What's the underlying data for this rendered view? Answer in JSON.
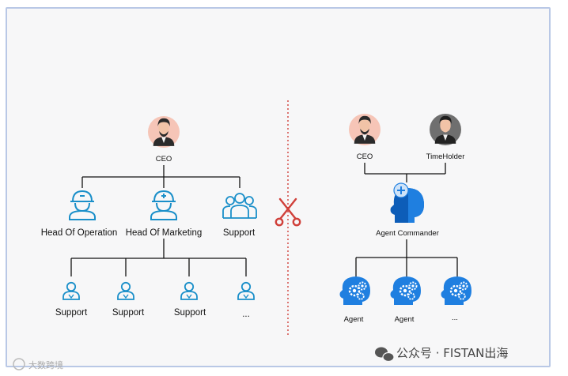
{
  "left_chart": {
    "root": {
      "label": "CEO",
      "icon": "ceo-avatar-icon"
    },
    "level1": [
      {
        "label": "Head Of Operation",
        "icon": "operator-person-icon"
      },
      {
        "label": "Head Of Marketing",
        "icon": "marketer-person-icon"
      },
      {
        "label": "Support",
        "icon": "group-people-icon"
      }
    ],
    "level2": [
      {
        "label": "Support",
        "icon": "support-person-icon"
      },
      {
        "label": "Support",
        "icon": "support-person-icon"
      },
      {
        "label": "Support",
        "icon": "support-person-icon"
      },
      {
        "label": "...",
        "icon": "support-person-icon"
      }
    ]
  },
  "divider": {
    "icon": "scissors-icon",
    "color": "#d0403a"
  },
  "right_chart": {
    "top": [
      {
        "label": "CEO",
        "icon": "ceo-avatar-icon"
      },
      {
        "label": "TimeHolder",
        "icon": "timeholder-avatar-icon"
      }
    ],
    "middle": {
      "label": "Agent Commander",
      "icon": "ai-head-plus-icon"
    },
    "bottom": [
      {
        "label": "Agent",
        "icon": "ai-head-gears-icon"
      },
      {
        "label": "Agent",
        "icon": "ai-head-gears-icon"
      },
      {
        "label": "...",
        "icon": "ai-head-gears-icon"
      }
    ]
  },
  "watermark": {
    "main": "公众号 · FISTAN出海",
    "corner": "大数跨境",
    "icon": "wechat-icon"
  },
  "colors": {
    "person_blue": "#1a8fc9",
    "ai_blue": "#1f7fe0",
    "ai_dark": "#0d5db8",
    "line": "#111111",
    "avatar_bg": "#f6c5b7"
  }
}
